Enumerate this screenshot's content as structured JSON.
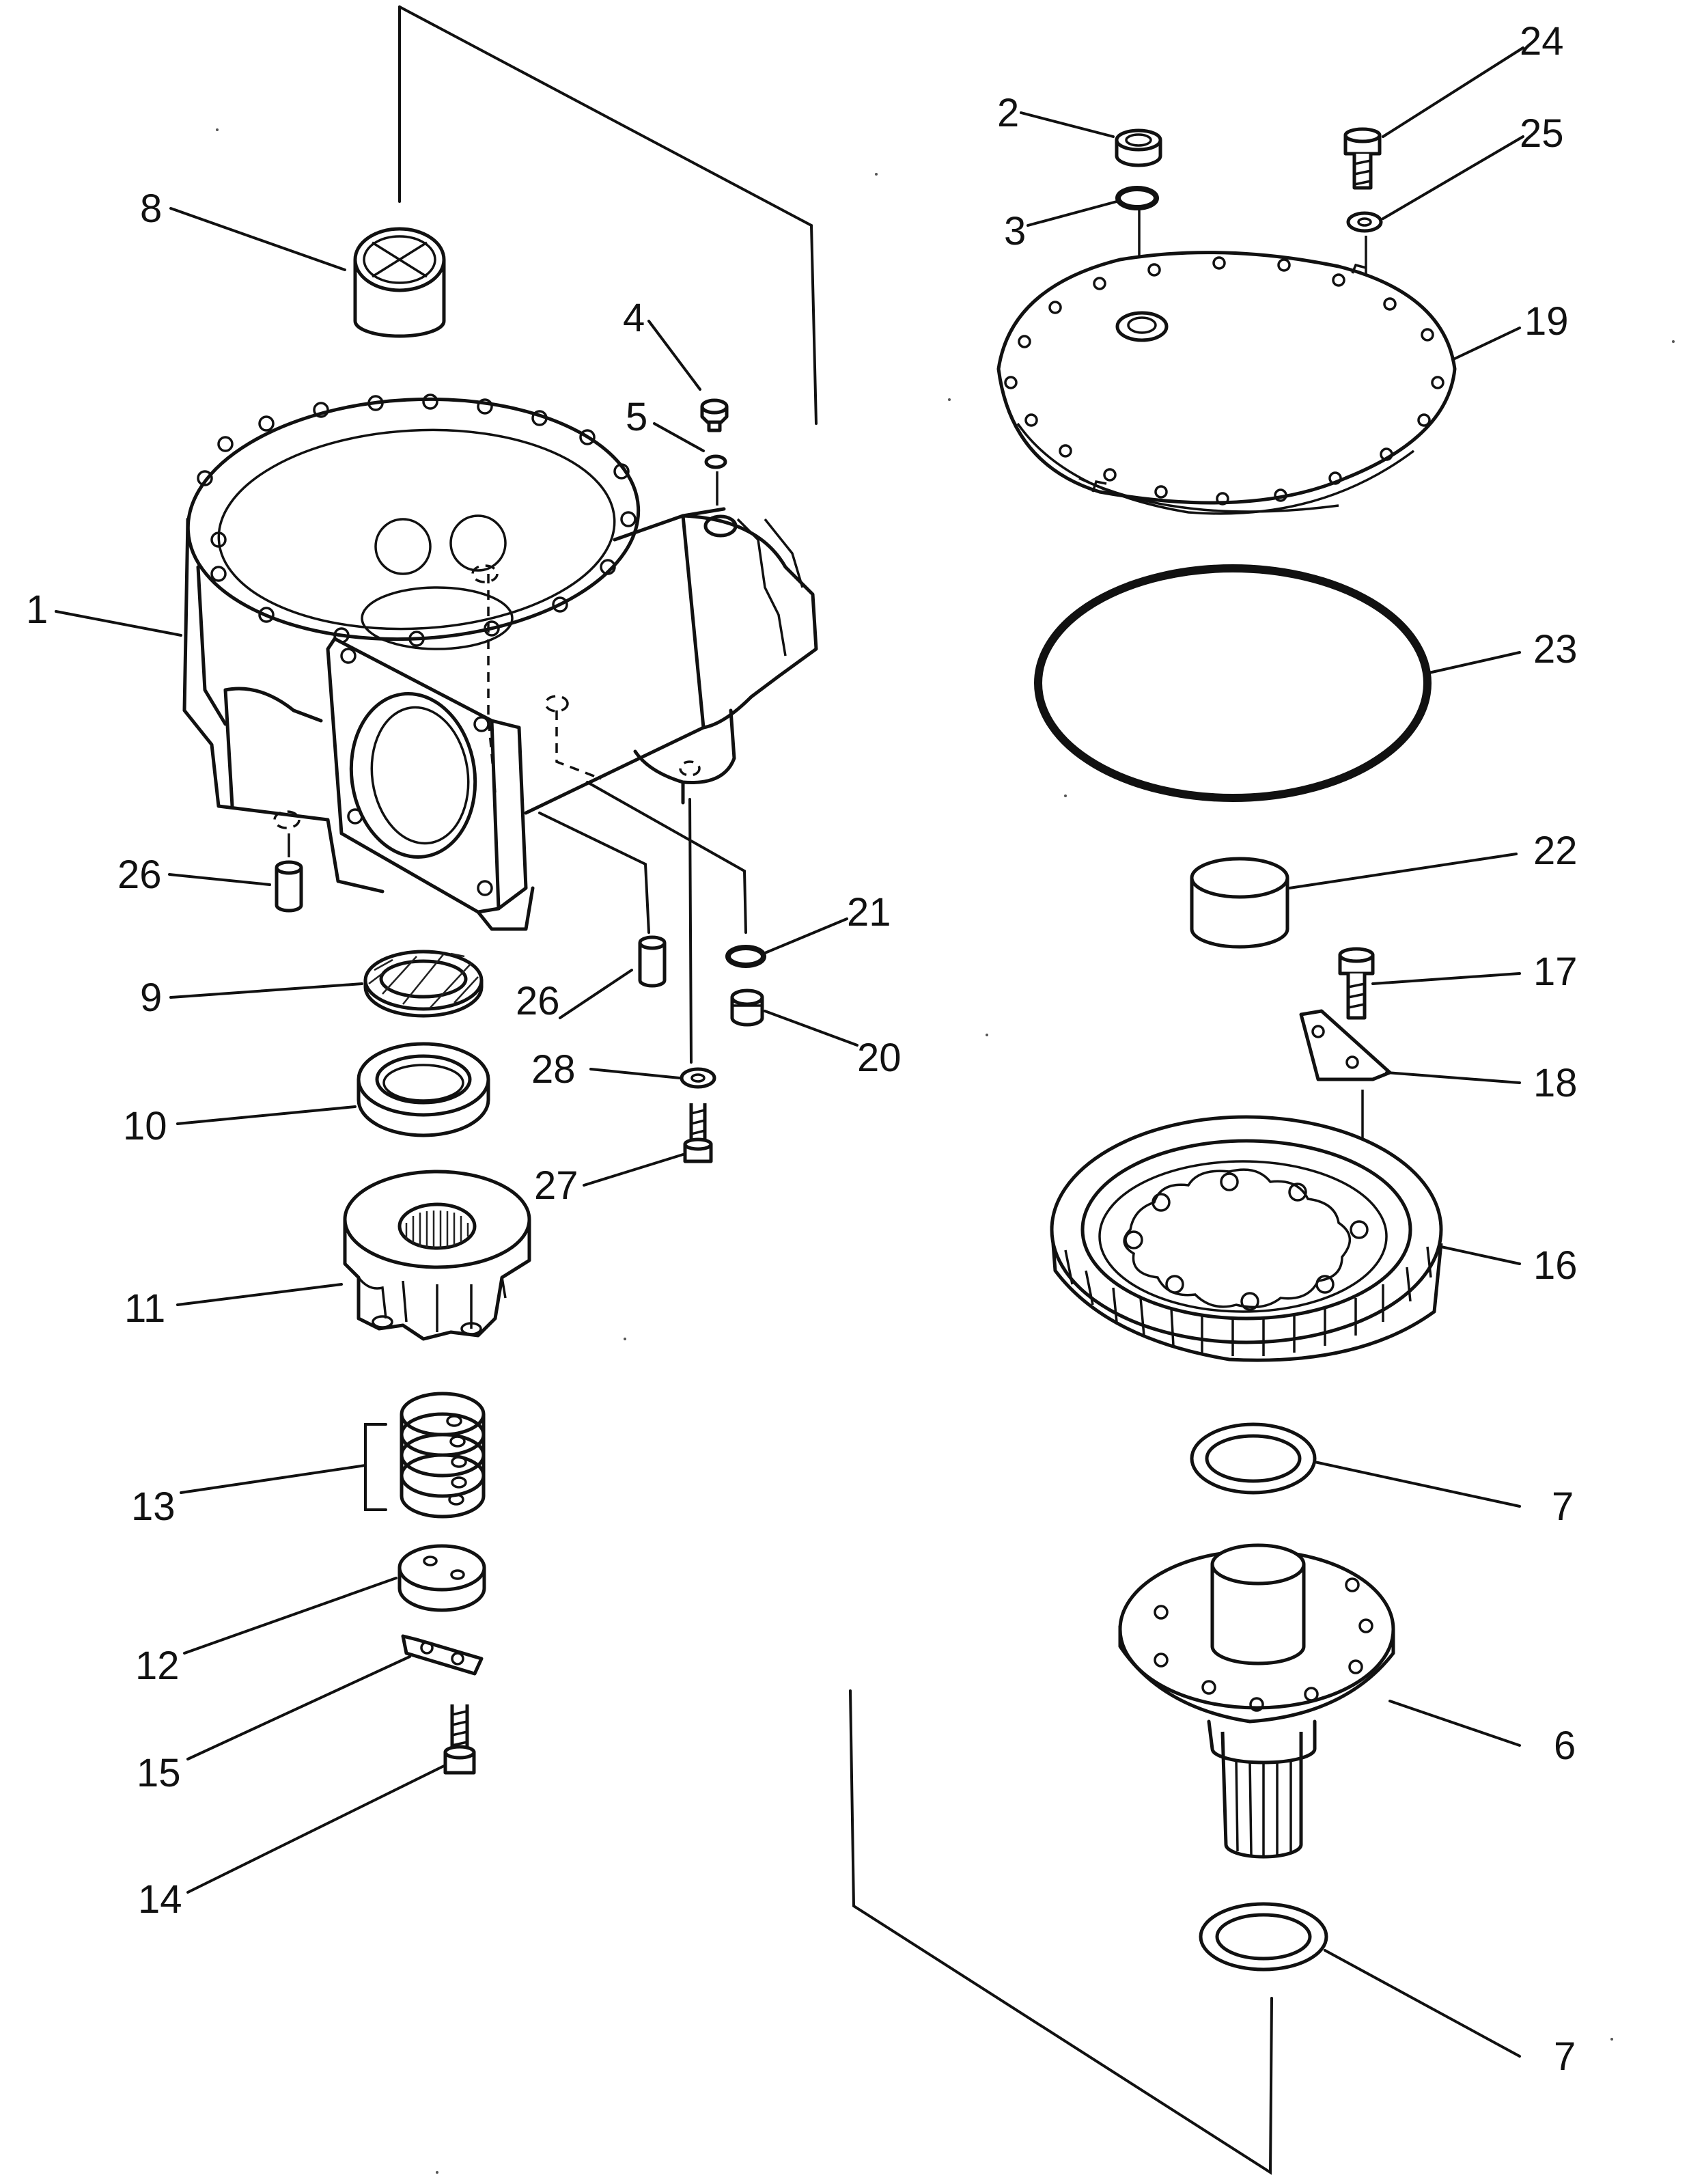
{
  "callouts": [
    {
      "id": "c1",
      "text": "1"
    },
    {
      "id": "c2",
      "text": "2"
    },
    {
      "id": "c3",
      "text": "3"
    },
    {
      "id": "c4",
      "text": "4"
    },
    {
      "id": "c5",
      "text": "5"
    },
    {
      "id": "c6",
      "text": "6"
    },
    {
      "id": "c7a",
      "text": "7"
    },
    {
      "id": "c7b",
      "text": "7"
    },
    {
      "id": "c8",
      "text": "8"
    },
    {
      "id": "c9",
      "text": "9"
    },
    {
      "id": "c10",
      "text": "10"
    },
    {
      "id": "c11",
      "text": "11"
    },
    {
      "id": "c12",
      "text": "12"
    },
    {
      "id": "c13",
      "text": "13"
    },
    {
      "id": "c14",
      "text": "14"
    },
    {
      "id": "c15",
      "text": "15"
    },
    {
      "id": "c16",
      "text": "16"
    },
    {
      "id": "c17",
      "text": "17"
    },
    {
      "id": "c18",
      "text": "18"
    },
    {
      "id": "c19",
      "text": "19"
    },
    {
      "id": "c20",
      "text": "20"
    },
    {
      "id": "c21",
      "text": "21"
    },
    {
      "id": "c22",
      "text": "22"
    },
    {
      "id": "c23",
      "text": "23"
    },
    {
      "id": "c24",
      "text": "24"
    },
    {
      "id": "c25",
      "text": "25"
    },
    {
      "id": "c26a",
      "text": "26"
    },
    {
      "id": "c26b",
      "text": "26"
    },
    {
      "id": "c27",
      "text": "27"
    },
    {
      "id": "c28",
      "text": "28"
    }
  ]
}
